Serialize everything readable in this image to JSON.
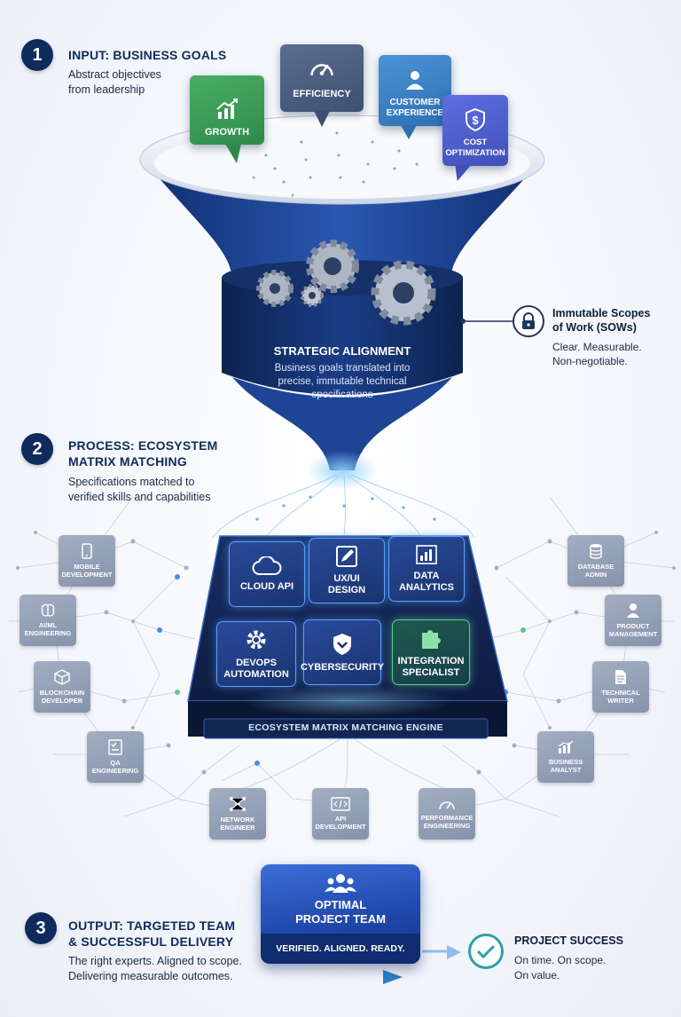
{
  "step1": {
    "number": "1",
    "title": "INPUT: BUSINESS GOALS",
    "desc_line1": "Abstract objectives",
    "desc_line2": "from leadership"
  },
  "goals": [
    {
      "label": "GROWTH",
      "icon": "growth-chart-icon",
      "color": "#3a9a55"
    },
    {
      "label": "EFFICIENCY",
      "icon": "speedometer-icon",
      "color": "#4a5d7e"
    },
    {
      "label_line1": "CUSTOMER",
      "label_line2": "EXPERIENCE",
      "icon": "person-icon",
      "color": "#3b7fc4"
    },
    {
      "label_line1": "COST",
      "label_line2": "OPTIMIZATION",
      "icon": "dollar-shield-icon",
      "color": "#4f5fc8"
    }
  ],
  "funnel": {
    "title": "STRATEGIC ALIGNMENT",
    "desc_line1": "Business goals translated into",
    "desc_line2": "precise, immutable technical",
    "desc_line3": "specifications"
  },
  "sow": {
    "icon": "lock-icon",
    "title_line1": "Immutable Scopes",
    "title_line2": "of Work (SOWs)",
    "desc_line1": "Clear. Measurable.",
    "desc_line2": "Non-negotiable."
  },
  "step2": {
    "number": "2",
    "title_line1": "PROCESS: ECOSYSTEM",
    "title_line2": "MATRIX MATCHING",
    "desc_line1": "Specifications matched to",
    "desc_line2": "verified skills and capabilities"
  },
  "matrix": {
    "engine_label": "ECOSYSTEM MATRIX MATCHING ENGINE",
    "tiles": [
      {
        "line1": "CLOUD API",
        "line2": "",
        "icon": "cloud-icon"
      },
      {
        "line1": "UX/UI",
        "line2": "DESIGN",
        "icon": "pen-design-icon"
      },
      {
        "line1": "DATA",
        "line2": "ANALYTICS",
        "icon": "bar-chart-icon"
      },
      {
        "line1": "DEVOPS",
        "line2": "AUTOMATION",
        "icon": "gear-icon"
      },
      {
        "line1": "CYBERSECURITY",
        "line2": "",
        "icon": "shield-icon"
      },
      {
        "line1": "INTEGRATION",
        "line2": "SPECIALIST",
        "icon": "puzzle-icon"
      }
    ]
  },
  "skills": {
    "mobile": {
      "line1": "MOBILE",
      "line2": "DEVELOPMENT"
    },
    "aiml": {
      "line1": "AI/ML",
      "line2": "ENGINEERING"
    },
    "blockchain": {
      "line1": "BLOCKCHAIN",
      "line2": "DEVELOPER"
    },
    "qa": {
      "line1": "QA",
      "line2": "ENGINEERING"
    },
    "network": {
      "line1": "NETWORK",
      "line2": "ENGINEER"
    },
    "api": {
      "line1": "API",
      "line2": "DEVELOPMENT"
    },
    "performance": {
      "line1": "PERFORMANCE",
      "line2": "ENGINEERING"
    },
    "database": {
      "line1": "DATABASE",
      "line2": "ADMIN"
    },
    "product": {
      "line1": "PRODUCT",
      "line2": "MANAGEMENT"
    },
    "technical": {
      "line1": "TECHNICAL",
      "line2": "WRITER"
    },
    "business": {
      "line1": "BUSINESS",
      "line2": "ANALYST"
    }
  },
  "step3": {
    "number": "3",
    "title_line1": "OUTPUT: TARGETED TEAM",
    "title_line2": "& SUCCESSFUL DELIVERY",
    "desc_line1": "The right experts. Aligned to scope.",
    "desc_line2": "Delivering measurable outcomes."
  },
  "team": {
    "title_line1": "OPTIMAL",
    "title_line2": "PROJECT TEAM",
    "subtitle": "VERIFIED. ALIGNED. READY."
  },
  "success": {
    "title": "PROJECT SUCCESS",
    "desc_line1": "On time. On scope.",
    "desc_line2": "On value."
  }
}
